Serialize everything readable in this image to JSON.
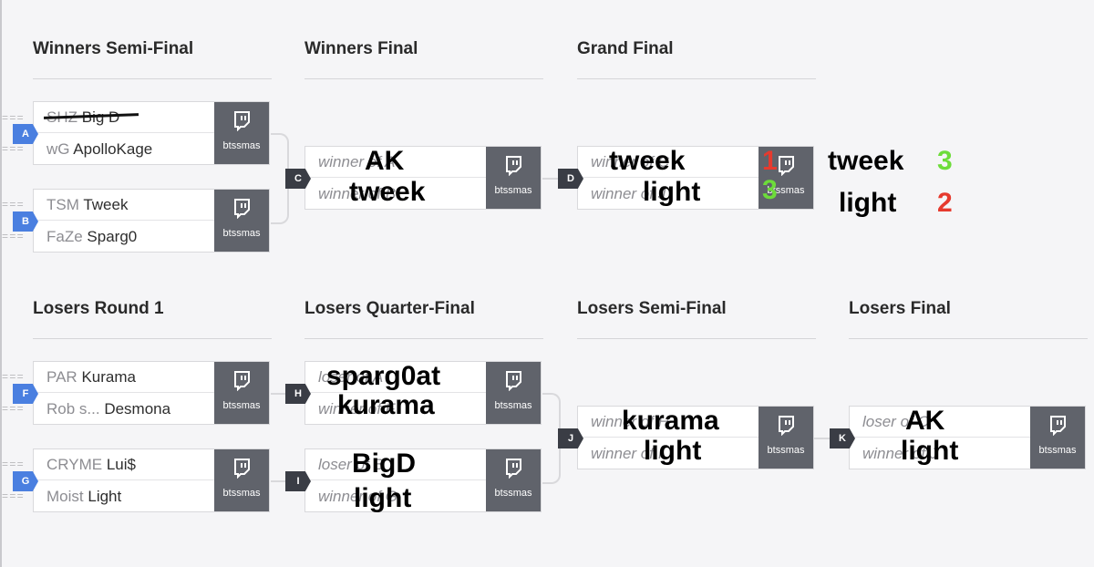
{
  "rounds": {
    "winners_semi": "Winners Semi-Final",
    "winners_final": "Winners Final",
    "grand_final": "Grand Final",
    "losers_r1": "Losers Round 1",
    "losers_qf": "Losers Quarter-Final",
    "losers_sf": "Losers Semi-Final",
    "losers_final": "Losers Final"
  },
  "stream_label": "btssmas",
  "matches": {
    "A": {
      "badge": "A",
      "top_tag": "SHZ",
      "top_name": "Big D",
      "bottom_tag": "wG",
      "bottom_name": "ApolloKage"
    },
    "B": {
      "badge": "B",
      "top_tag": "TSM",
      "top_name": "Tweek",
      "bottom_tag": "FaZe",
      "bottom_name": "Sparg0"
    },
    "C": {
      "badge": "C",
      "top": "winner of A",
      "bottom": "winner of B"
    },
    "D": {
      "badge": "D",
      "top": "winner of C",
      "bottom": "winner of J"
    },
    "F": {
      "badge": "F",
      "top_tag": "PAR",
      "top_name": "Kurama",
      "bottom_tag": "Rob s...",
      "bottom_name": "Desmona"
    },
    "G": {
      "badge": "G",
      "top_tag": "CRYME",
      "top_name": "Lui$",
      "bottom_tag": "Moist",
      "bottom_name": "Light"
    },
    "H": {
      "badge": "H",
      "top": "loser of A",
      "bottom": "winner of F"
    },
    "I": {
      "badge": "I",
      "top": "loser of B",
      "bottom": "winner of G"
    },
    "J": {
      "badge": "J",
      "top": "winner of H",
      "bottom": "winner of I"
    },
    "K": {
      "badge": "K",
      "top": "loser of C",
      "bottom": "winner of J"
    }
  },
  "annotations": {
    "C_top": "AK",
    "C_bottom": "tweek",
    "D_top": "tweek",
    "D_bottom": "light",
    "D_score_top": "1",
    "D_score_bottom": "3",
    "final_top_name": "tweek",
    "final_top_score": "3",
    "final_bottom_name": "light",
    "final_bottom_score": "2",
    "H_top": "sparg0at",
    "H_bottom": "kurama",
    "I_top": "BigD",
    "I_bottom": "light",
    "J_top": "kurama",
    "J_bottom": "light",
    "K_top": "AK",
    "K_bottom": "light"
  },
  "colors": {
    "win": "#6ddc3a",
    "loss": "#e63a2e",
    "badge_seed": "#4a7fe0",
    "badge": "#3a3d45",
    "stream": "#60636b"
  }
}
